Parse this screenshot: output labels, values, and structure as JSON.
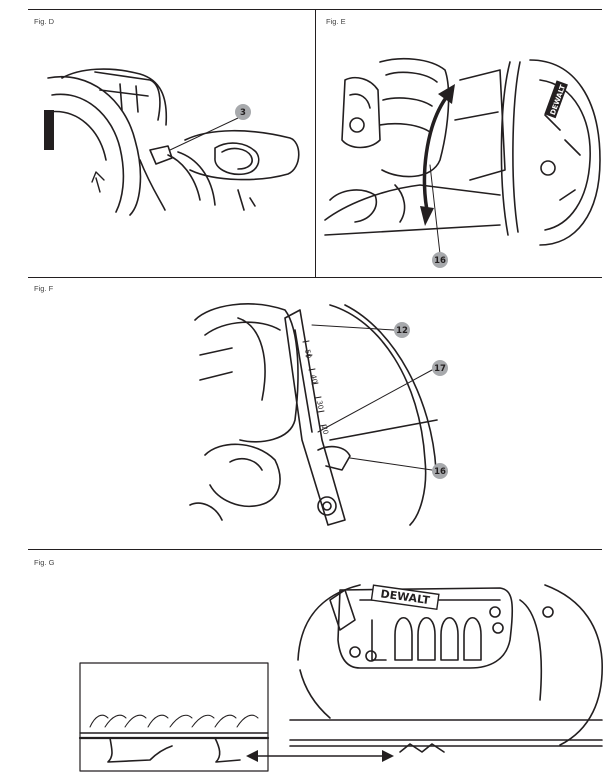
{
  "figures": {
    "d": {
      "label": "Fig. D",
      "callouts": [
        "3"
      ]
    },
    "e": {
      "label": "Fig. E",
      "callouts": [
        "16"
      ]
    },
    "f": {
      "label": "Fig. F",
      "callouts": [
        "12",
        "17",
        "16"
      ],
      "scale_marks": [
        "50",
        "40",
        "30",
        "20"
      ]
    },
    "g": {
      "label": "Fig. G",
      "brand": "DEWALT"
    }
  }
}
